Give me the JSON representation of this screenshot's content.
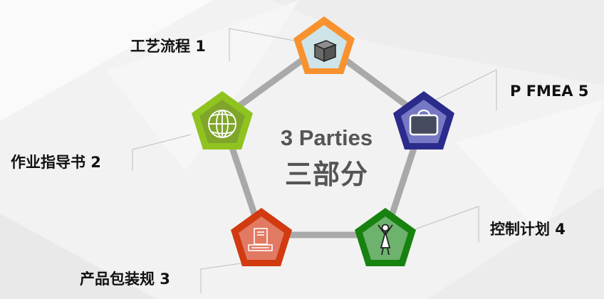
{
  "center": {
    "title_en": "3 Parties",
    "title_cn": "三部分"
  },
  "nodes": [
    {
      "id": "top",
      "label": "工艺流程 1",
      "icon": "cube-icon",
      "border": "#f7922f",
      "fill": "#cfe4e9"
    },
    {
      "id": "left",
      "label": "作业指导书  2",
      "icon": "globe-icon",
      "border": "#8fc31f",
      "fill": "#7fa52b"
    },
    {
      "id": "bottom-left",
      "label": "产品包装规 3",
      "icon": "computer-icon",
      "border": "#d23a10",
      "fill": "#e27a63"
    },
    {
      "id": "bottom-right",
      "label": "控制计划  4",
      "icon": "person-icon",
      "border": "#17820f",
      "fill": "#6db36e"
    },
    {
      "id": "right",
      "label": "P FMEA  5",
      "icon": "briefcase-icon",
      "border": "#2b2b8c",
      "fill": "#7678c4"
    }
  ]
}
